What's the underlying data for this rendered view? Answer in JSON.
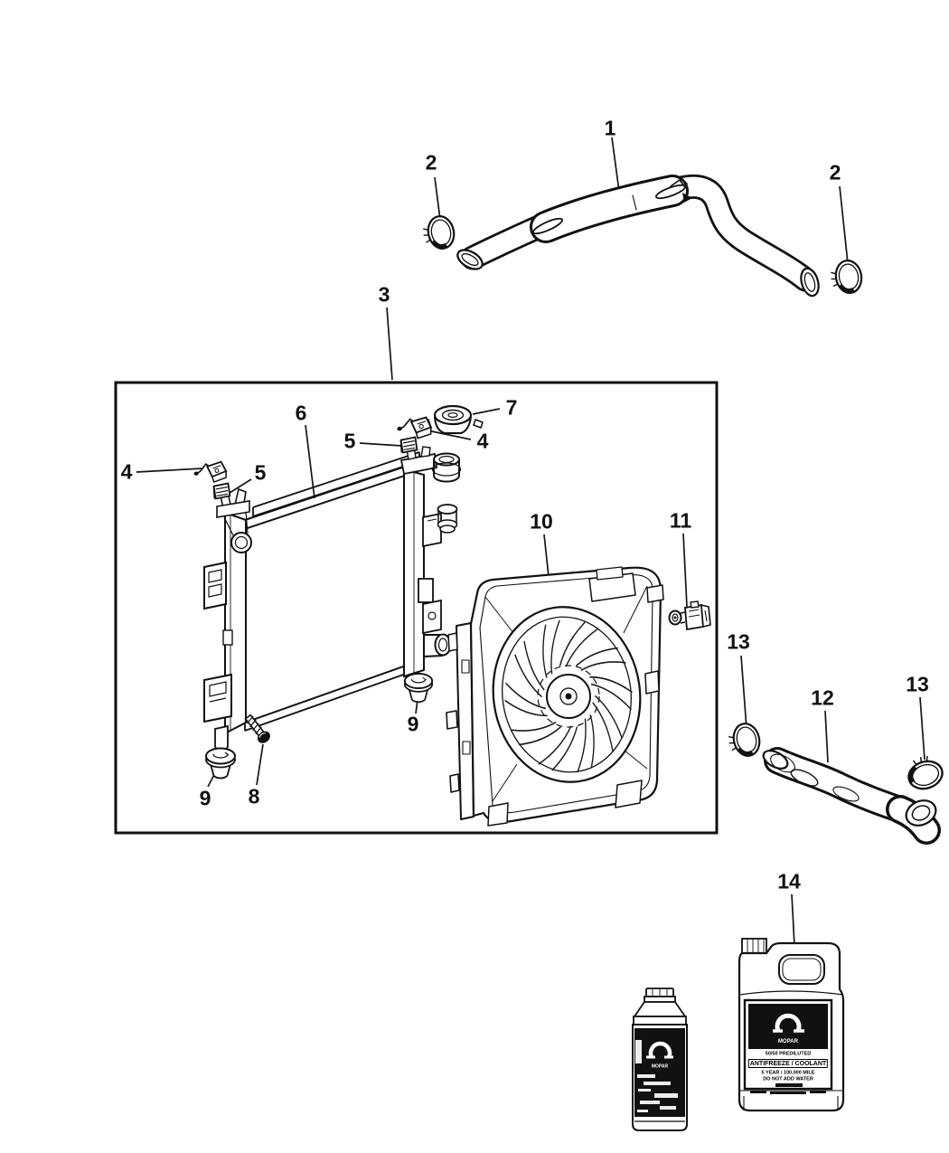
{
  "callouts": {
    "c1": {
      "label": "1"
    },
    "c2a": {
      "label": "2"
    },
    "c2b": {
      "label": "2"
    },
    "c3": {
      "label": "3"
    },
    "c4a": {
      "label": "4"
    },
    "c4b": {
      "label": "4"
    },
    "c5a": {
      "label": "5"
    },
    "c5b": {
      "label": "5"
    },
    "c6": {
      "label": "6"
    },
    "c7": {
      "label": "7"
    },
    "c8": {
      "label": "8"
    },
    "c9a": {
      "label": "9"
    },
    "c9b": {
      "label": "9"
    },
    "c10": {
      "label": "10"
    },
    "c11": {
      "label": "11"
    },
    "c12": {
      "label": "12"
    },
    "c13a": {
      "label": "13"
    },
    "c13b": {
      "label": "13"
    },
    "c14": {
      "label": "14"
    }
  },
  "coolant_jug_label": {
    "brand": "MOPAR",
    "line1": "50/50 PREDILUTED",
    "line2": "ANTIFREEZE / COOLANT",
    "line3": "5 YEAR / 100,000 MILE",
    "line4": "DO NOT ADD WATER"
  },
  "quart_bottle_label": {
    "brand": "MOPAR"
  }
}
